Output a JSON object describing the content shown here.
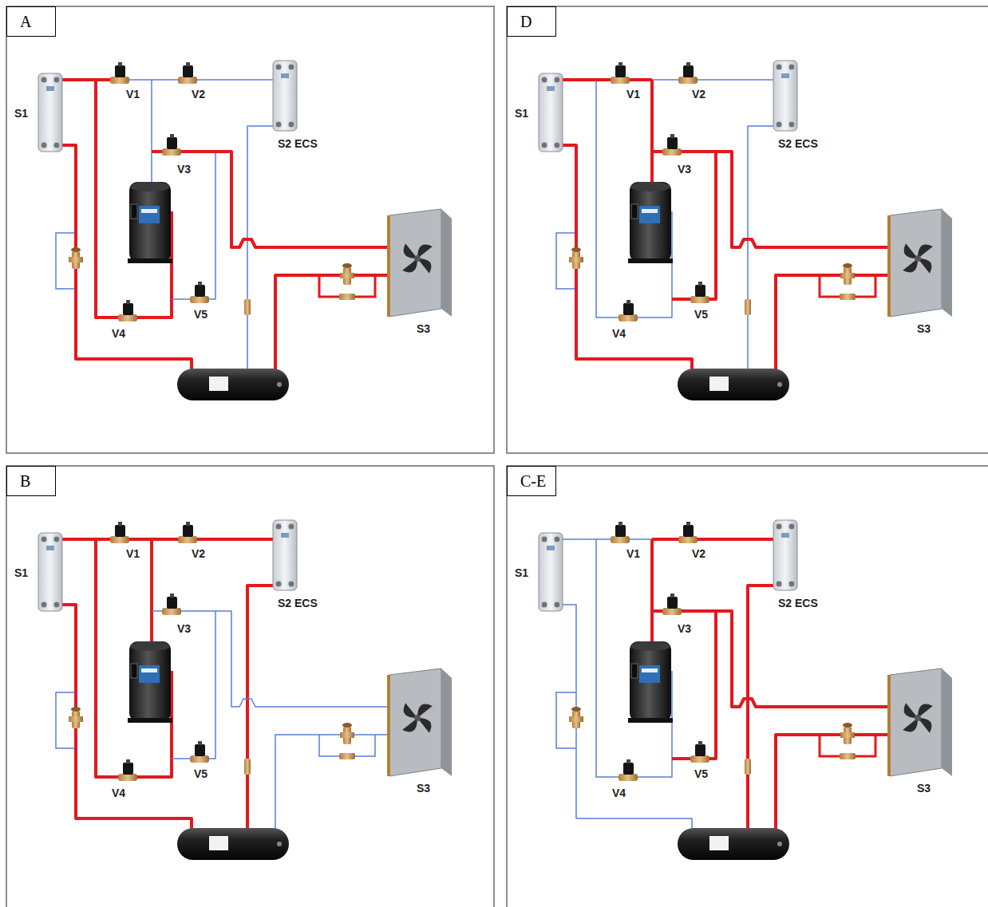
{
  "diagram": {
    "nodes": [
      {
        "text": [
          "A"
        ]
      },
      {
        "text": [
          "D"
        ]
      },
      {
        "text": [
          "B"
        ]
      },
      {
        "text": [
          "C-E"
        ]
      }
    ],
    "labels": [
      "S1",
      "V1",
      "V2",
      "S2 ECS",
      "V3",
      "V4",
      "V5",
      "S3",
      "S1",
      "V1",
      "V2",
      "S2 ECS",
      "V3",
      "V4",
      "V5",
      "S3",
      "S1",
      "V1",
      "V2",
      "S2 ECS",
      "V3",
      "V4",
      "V5",
      "S3",
      "S1",
      "V1",
      "V2",
      "S2 ECS",
      "V3",
      "V4",
      "V5",
      "S3"
    ]
  }
}
